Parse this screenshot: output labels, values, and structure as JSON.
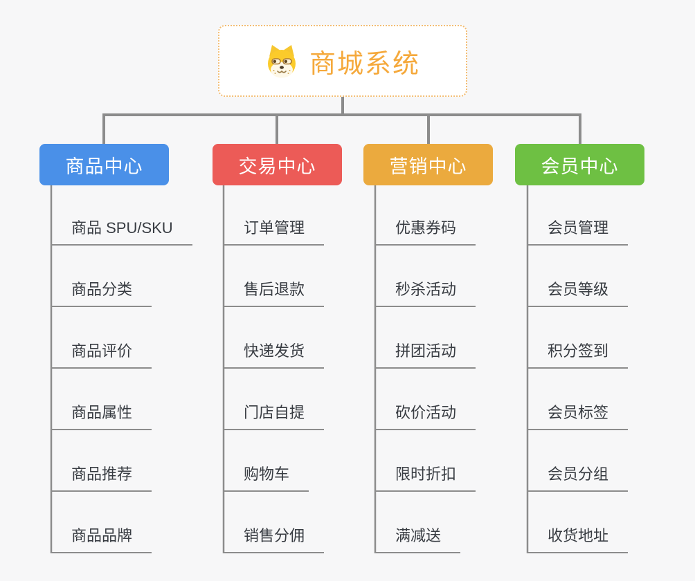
{
  "root": {
    "title": "商城系统",
    "icon": "shiba-dog-icon",
    "title_color": "#f5a93c",
    "border_color": "#f3bd74"
  },
  "style": {
    "background": "#f7f7f8",
    "connector_color": "#8c8c8c",
    "leaf_text_color": "#383c42"
  },
  "branches": [
    {
      "label": "商品中心",
      "color": "#4a90e8",
      "children": [
        "商品 SPU/SKU",
        "商品分类",
        "商品评价",
        "商品属性",
        "商品推荐",
        "商品品牌"
      ]
    },
    {
      "label": "交易中心",
      "color": "#ec5b57",
      "children": [
        "订单管理",
        "售后退款",
        "快递发货",
        "门店自提",
        "购物车",
        "销售分佣"
      ]
    },
    {
      "label": "营销中心",
      "color": "#ebaa3e",
      "children": [
        "优惠券码",
        "秒杀活动",
        "拼团活动",
        "砍价活动",
        "限时折扣",
        "满减送"
      ]
    },
    {
      "label": "会员中心",
      "color": "#6ec043",
      "children": [
        "会员管理",
        "会员等级",
        "积分签到",
        "会员标签",
        "会员分组",
        "收货地址"
      ]
    }
  ]
}
